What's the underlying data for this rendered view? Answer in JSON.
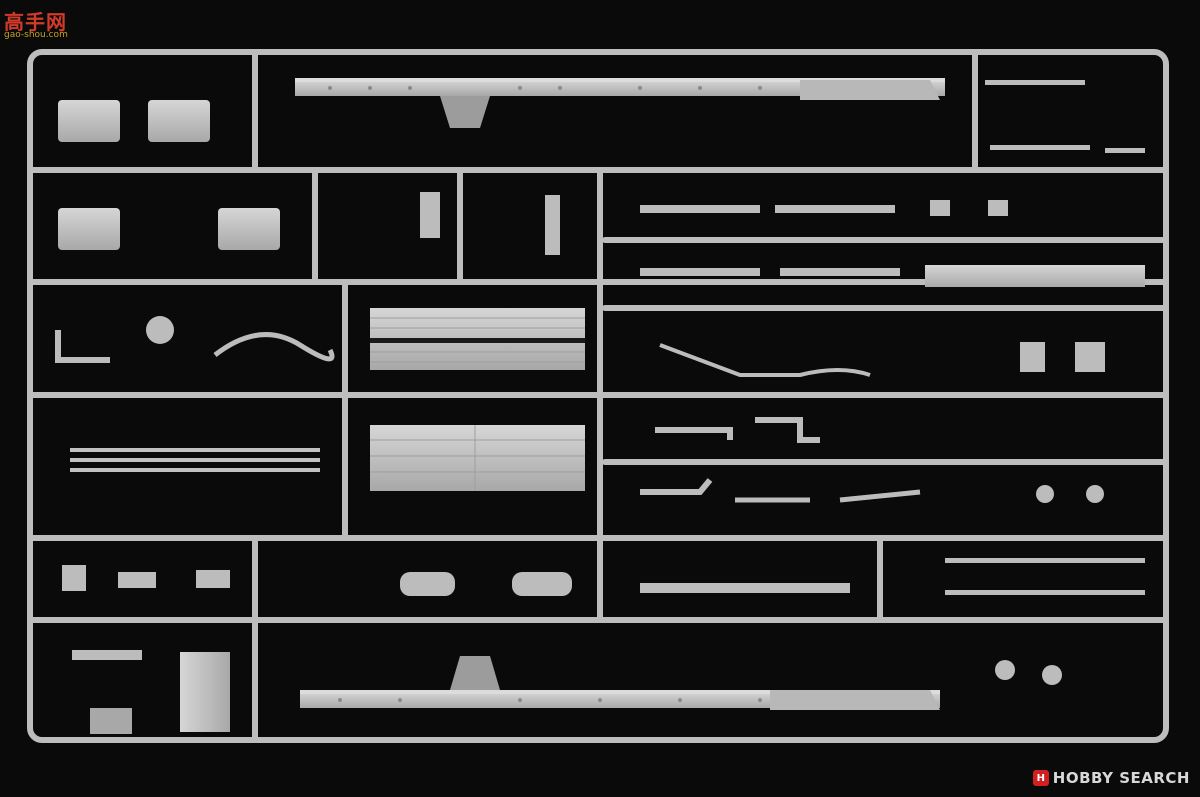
{
  "watermark_top": {
    "chinese": "高手网",
    "url": "gao-shou.com"
  },
  "watermark_bottom": {
    "badge": "H",
    "brand": "HOBBY SEARCH"
  },
  "colors": {
    "background": "#0a0a0a",
    "plastic": "#c4c4c4",
    "plastic_shadow": "#9a9a9a",
    "plastic_light": "#dcdcdc"
  }
}
